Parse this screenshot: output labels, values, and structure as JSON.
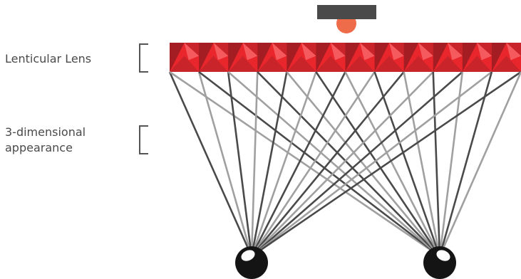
{
  "labels": {
    "lenticular_lens": "Lenticular Lens",
    "three_d_line1": "3-dimensional",
    "three_d_line2": "appearance"
  },
  "colors": {
    "background": "#ffffff",
    "lens_base": "#e8262b",
    "lens_dark": "#a31d22",
    "lens_mid": "#c9242a",
    "lens_highlight": "#f55a5e",
    "light_ray": "#a0a0a0",
    "dark_ray": "#4a4a4a",
    "bracket": "#555555",
    "eye": "#141414",
    "eye_highlight": "#ffffff",
    "display_bar": "#4a4a4a",
    "light_source": "#ef6c4b",
    "label_text": "#4a4a4a"
  },
  "lens_segments": 12
}
